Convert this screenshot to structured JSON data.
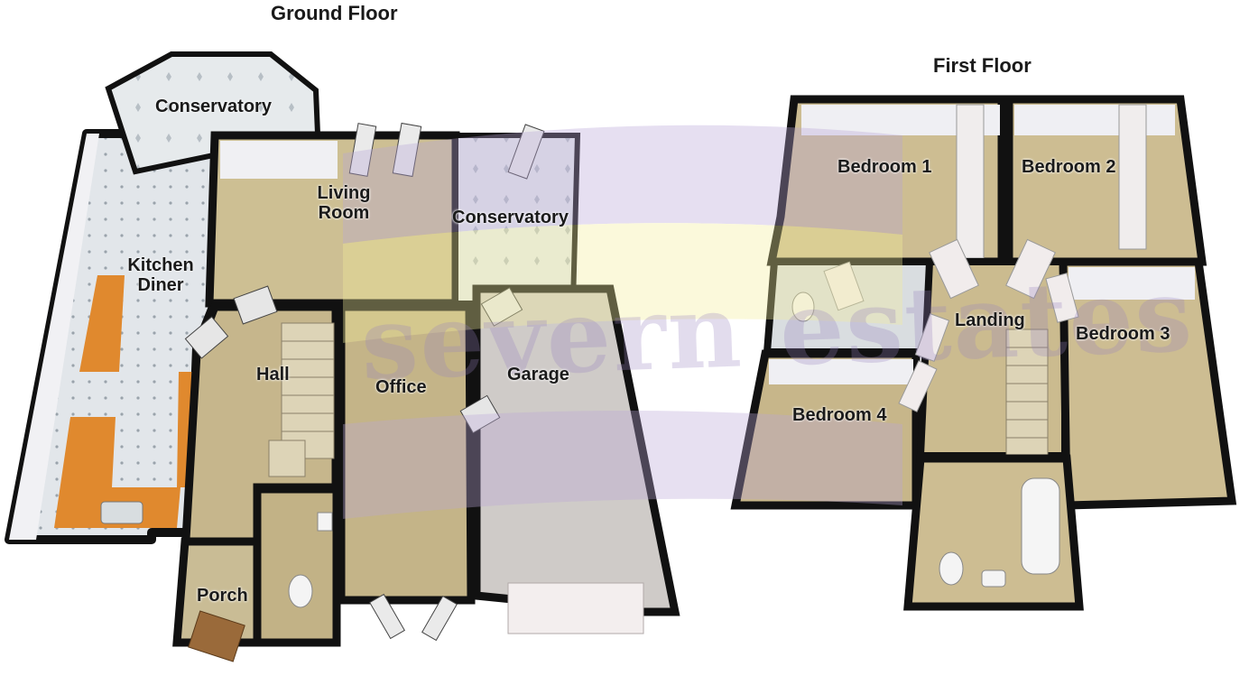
{
  "floors": {
    "ground": {
      "title": "Ground Floor",
      "rooms": {
        "conservatory_left": "Conservatory",
        "kitchen_line1": "Kitchen",
        "kitchen_line2": "Diner",
        "living_line1": "Living",
        "living_line2": "Room",
        "conservatory_right": "Conservatory",
        "hall": "Hall",
        "office": "Office",
        "garage": "Garage",
        "porch": "Porch"
      }
    },
    "first": {
      "title": "First Floor",
      "rooms": {
        "bedroom1": "Bedroom 1",
        "bedroom2": "Bedroom 2",
        "bedroom3": "Bedroom 3",
        "bedroom4": "Bedroom 4",
        "landing": "Landing"
      }
    }
  },
  "watermark": {
    "logo": "severn estates"
  },
  "colors": {
    "wall": "#111111",
    "wall_face": "#e9e9ee",
    "carpet": "#c8b88e",
    "tile": "#dde3e8",
    "worktop": "#e0892e",
    "watermark_purple": "#b9a6d8",
    "watermark_yellow": "#f4ee9a"
  },
  "icons": [
    "door-icon",
    "window-icon",
    "stairs-icon",
    "toilet-icon",
    "sink-icon",
    "bath-icon",
    "garage-door-icon"
  ]
}
